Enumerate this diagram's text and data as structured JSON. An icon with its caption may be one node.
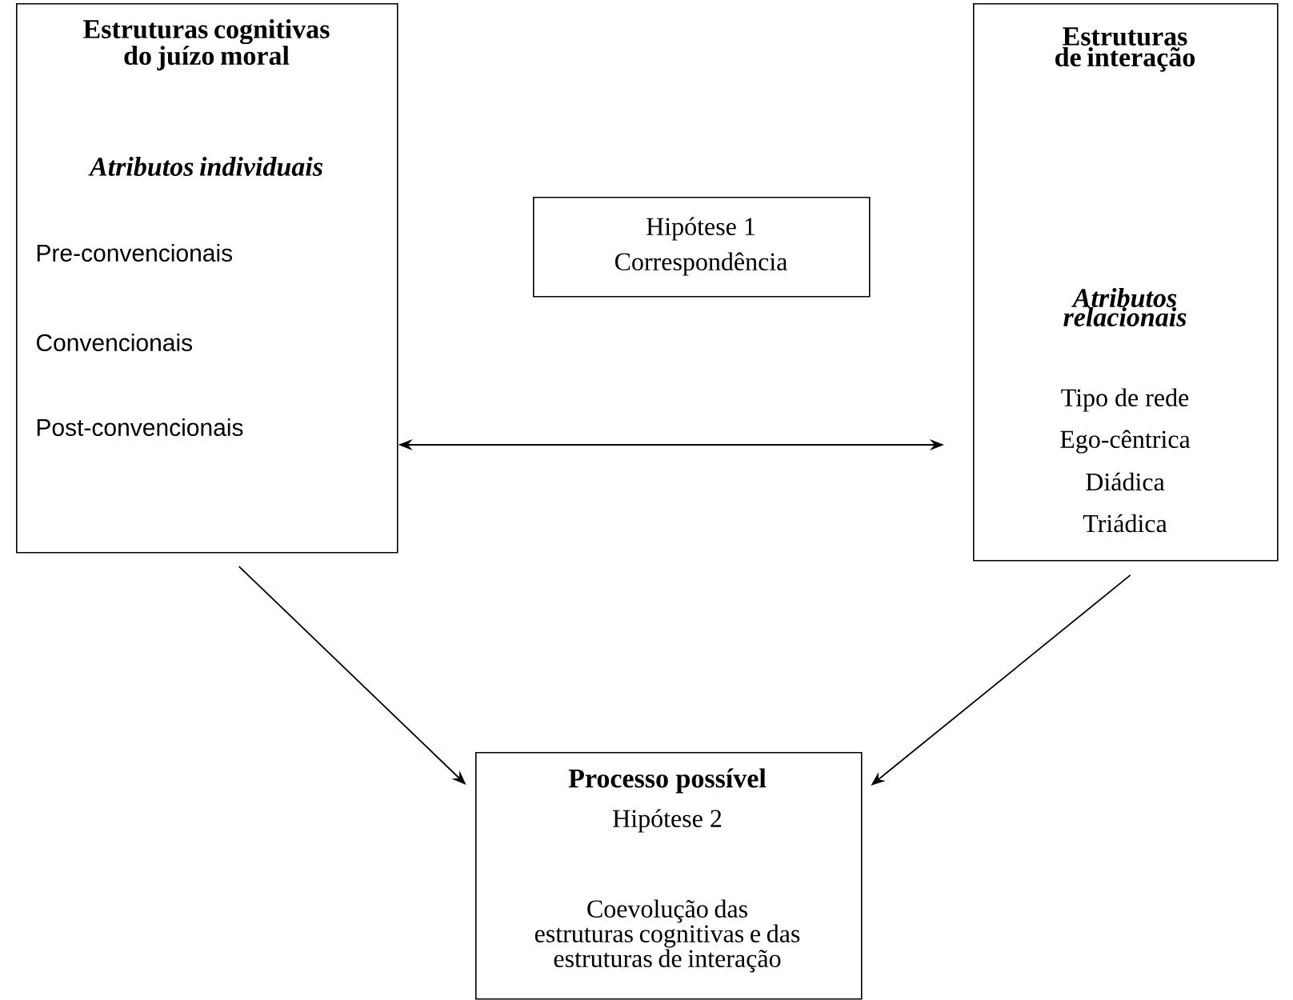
{
  "diagram": {
    "nodes": [
      {
        "text": [
          "Estruturas cognitivas do juízo moral",
          "Atributos individuais",
          "Pre-convencionais",
          "Convencionais",
          "Post-convencionais"
        ]
      },
      {
        "text": [
          "Hipótese 1",
          "Correspondência"
        ]
      },
      {
        "text": [
          "Estruturas de interação",
          "Atributos relacionais",
          "Tipo de rede",
          "Ego-cêntrica",
          "Diádica",
          "Triádica"
        ]
      },
      {
        "text": [
          "Processo possível",
          "Hipótese 2",
          "Coevolução das estruturas cognitivas e das estruturas de interação"
        ]
      }
    ],
    "edges": [
      {
        "from": 0,
        "to": 2,
        "arrow": "both"
      },
      {
        "from": 0,
        "to": 3,
        "arrow": "to"
      },
      {
        "from": 2,
        "to": 3,
        "arrow": "to"
      }
    ]
  }
}
